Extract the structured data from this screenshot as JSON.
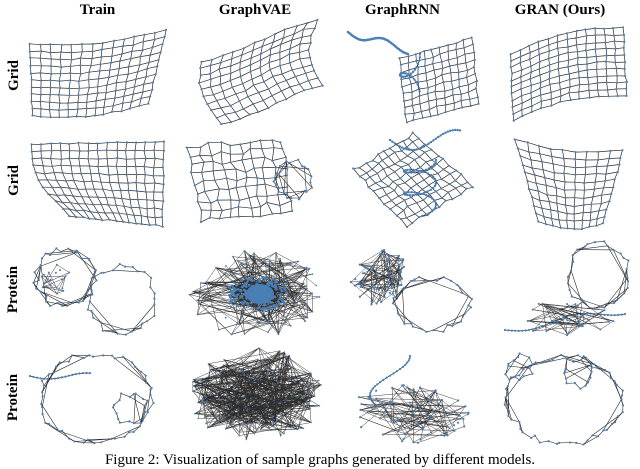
{
  "figure": {
    "columns": [
      "Train",
      "GraphVAE",
      "GraphRNN",
      "GRAN (Ours)"
    ],
    "rows": [
      "Grid",
      "Grid",
      "Protein",
      "Protein"
    ],
    "caption": "Figure 2: Visualization of sample graphs generated by different models."
  },
  "colors": {
    "node": "#4a7fb5",
    "edge": "#2b2b2b",
    "text": "#000000"
  }
}
